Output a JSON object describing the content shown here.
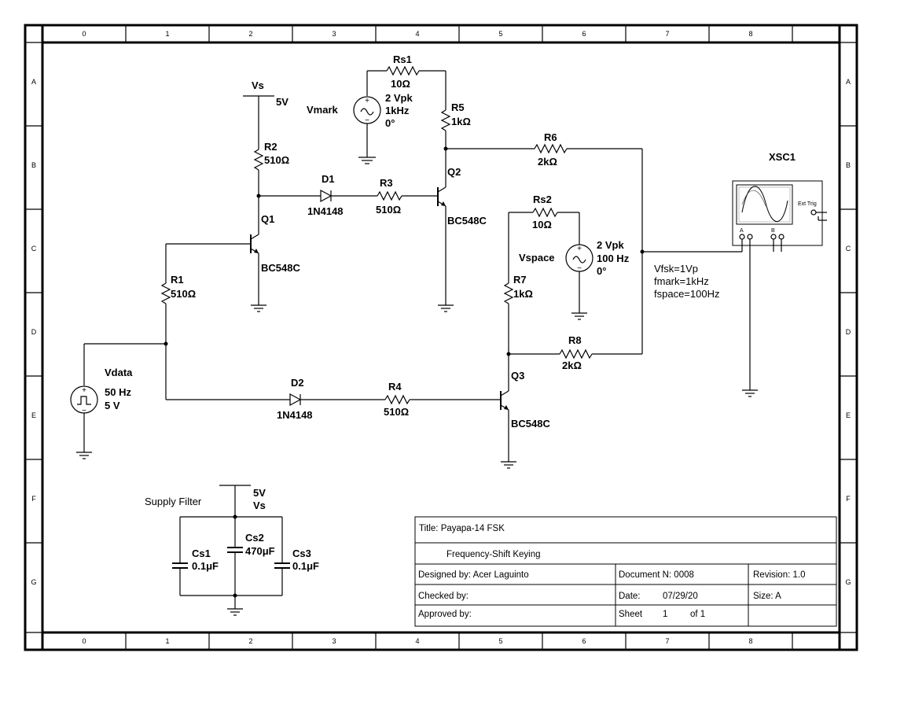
{
  "ruler": {
    "columns": [
      "0",
      "1",
      "2",
      "3",
      "4",
      "5",
      "6",
      "7",
      "8"
    ],
    "rows": [
      "A",
      "B",
      "C",
      "D",
      "E",
      "F",
      "G"
    ]
  },
  "components": {
    "rs1": {
      "name": "Rs1",
      "value": "10Ω"
    },
    "vmark": {
      "name": "Vmark",
      "amp": "2 Vpk",
      "freq": "1kHz",
      "phase": "0°"
    },
    "vs": {
      "name": "Vs",
      "value": "5V"
    },
    "r2": {
      "name": "R2",
      "value": "510Ω"
    },
    "r5": {
      "name": "R5",
      "value": "1kΩ"
    },
    "r6": {
      "name": "R6",
      "value": "2kΩ"
    },
    "d1": {
      "name": "D1",
      "model": "1N4148"
    },
    "r3": {
      "name": "R3",
      "value": "510Ω"
    },
    "q2": {
      "name": "Q2",
      "model": "BC548C"
    },
    "q1": {
      "name": "Q1",
      "model": "BC548C"
    },
    "rs2": {
      "name": "Rs2",
      "value": "10Ω"
    },
    "vspace": {
      "name": "Vspace",
      "amp": "2 Vpk",
      "freq": "100 Hz",
      "phase": "0°"
    },
    "r1": {
      "name": "R1",
      "value": "510Ω"
    },
    "r7": {
      "name": "R7",
      "value": "1kΩ"
    },
    "r8": {
      "name": "R8",
      "value": "2kΩ"
    },
    "q3": {
      "name": "Q3",
      "model": "BC548C"
    },
    "vdata": {
      "name": "Vdata",
      "freq": "50 Hz",
      "amp": "5 V"
    },
    "d2": {
      "name": "D2",
      "model": "1N4148"
    },
    "r4": {
      "name": "R4",
      "value": "510Ω"
    },
    "xsc1": {
      "name": "XSC1",
      "ext_trig": "Ext Trig",
      "ch_a": "A",
      "ch_b": "B"
    },
    "cs1": {
      "name": "Cs1",
      "value": "0.1μF"
    },
    "cs2": {
      "name": "Cs2",
      "value": "470μF"
    },
    "cs3": {
      "name": "Cs3",
      "value": "0.1μF"
    },
    "supply_vs": {
      "name": "Vs",
      "value": "5V"
    }
  },
  "notes": {
    "vfsk": "Vfsk=1Vp",
    "fmark": "fmark=1kHz",
    "fspace": "fspace=100Hz",
    "supply_filter": "Supply  Filter"
  },
  "title_block": {
    "title": "Title:  Payapa-14  FSK",
    "subtitle": "Frequency-Shift  Keying",
    "designed_by": "Designed  by:   Acer  Laguinto",
    "document_n": "Document  N:    0008",
    "revision": "Revision:   1.0",
    "checked_by": "Checked  by:",
    "date_label": "Date:",
    "date_value": "07/29/20",
    "size": "Size:   A",
    "approved_by": "Approved  by:",
    "sheet_label": "Sheet",
    "sheet_num": "1",
    "sheet_of": "of  1"
  }
}
